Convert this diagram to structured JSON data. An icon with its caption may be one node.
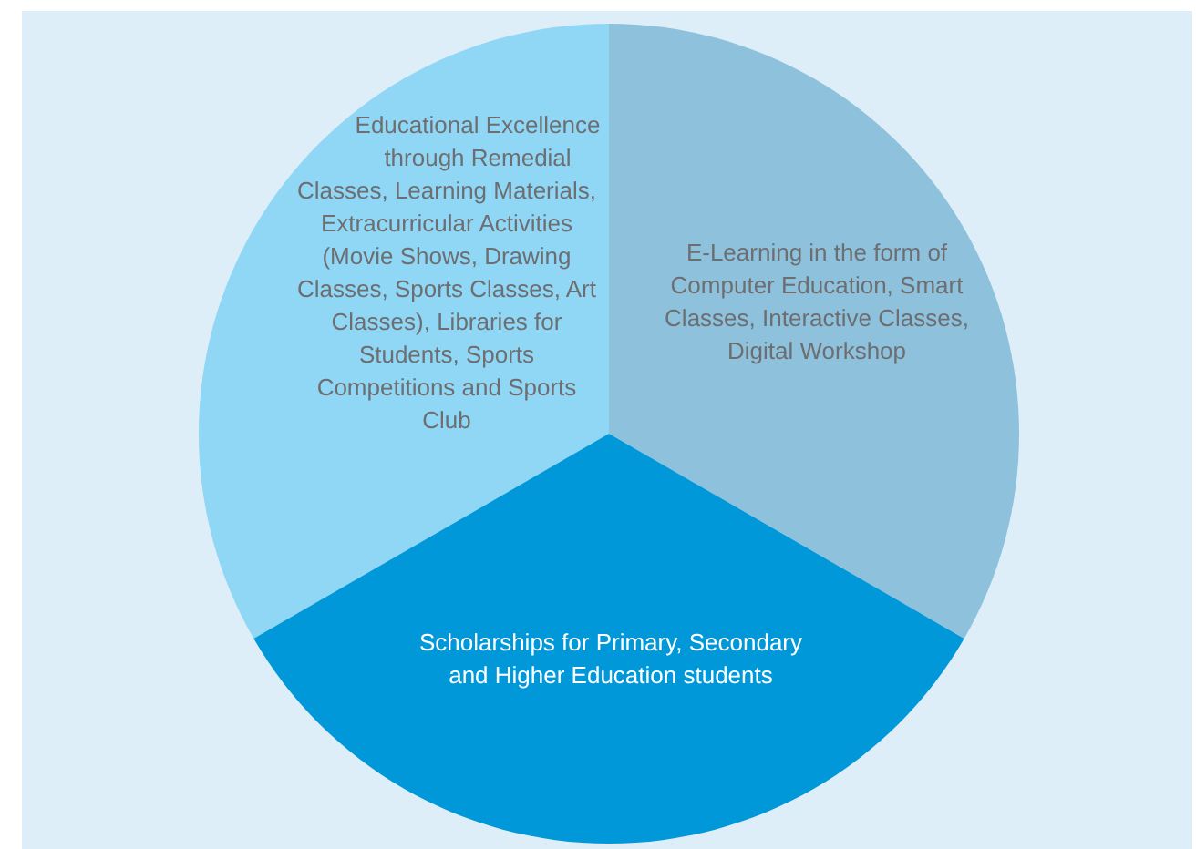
{
  "diagram": {
    "nodes": [
      {
        "text": [
          "Educational Excellence through Remedial Classes, Learning Materials, Extracurricular Activities (Movie Shows, Drawing Classes, Sports Classes, Art Classes), Libraries for Students, Sports Competitions and Sports Club"
        ]
      },
      {
        "text": [
          "E-Learning in the form of Computer Education, Smart Classes, Interactive Classes, Digital Workshop"
        ]
      },
      {
        "text": [
          "Scholarships for Primary, Secondary and Higher Education students"
        ]
      }
    ]
  }
}
